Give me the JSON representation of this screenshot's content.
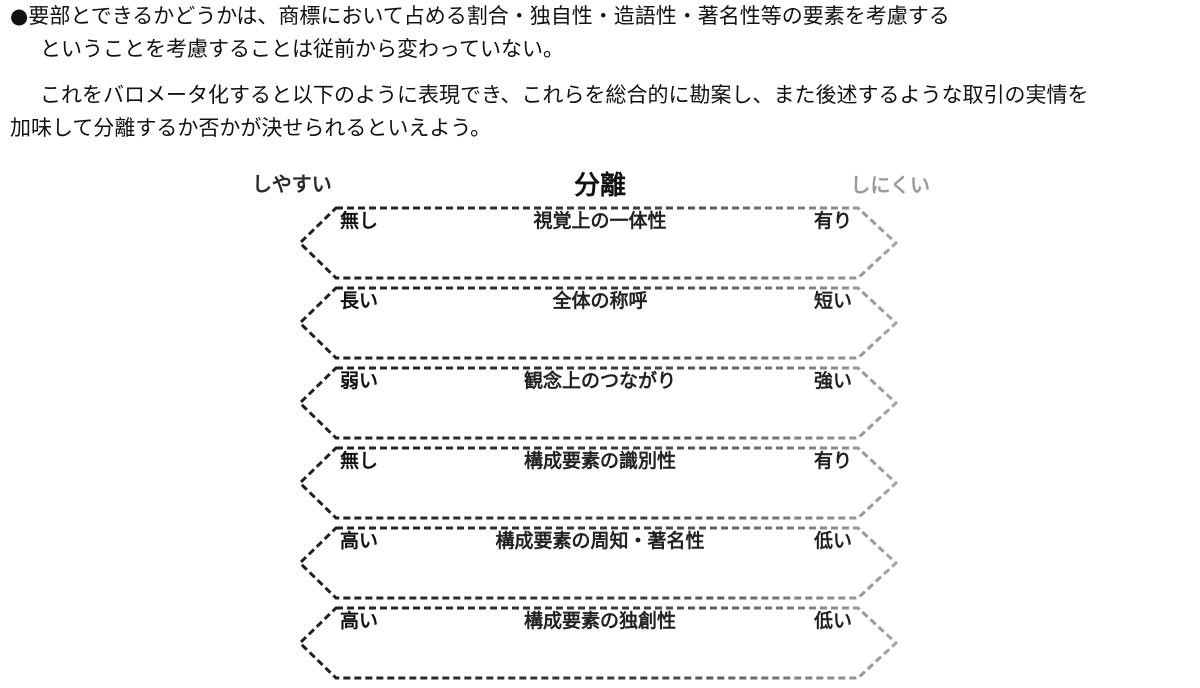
{
  "text": {
    "line1": "●要部とできるかどうかは、商標において占める割合・独自性・造語性・著名性等の要素を考慮する",
    "line2": "ということを考慮することは従前から変わっていない。",
    "line3": "これをバロメータ化すると以下のように表現でき、これらを総合的に勘案し、また後述するような取引の実情を",
    "line4": "加味して分離するか否かが決せられるといえよう。"
  },
  "figure": {
    "title": "分離",
    "left_header": "しやすい",
    "right_header": "しにくい",
    "rows": [
      {
        "left": "無し",
        "center": "視覚上の一体性",
        "right": "有り"
      },
      {
        "left": "長い",
        "center": "全体の称呼",
        "right": "短い"
      },
      {
        "left": "弱い",
        "center": "観念上のつながり",
        "right": "強い"
      },
      {
        "left": "無し",
        "center": "構成要素の識別性",
        "right": "有り"
      },
      {
        "left": "高い",
        "center": "構成要素の周知・著名性",
        "right": "低い"
      },
      {
        "left": "高い",
        "center": "構成要素の独創性",
        "right": "低い"
      }
    ]
  },
  "colors": {
    "dash_dark": "#1f1f1f",
    "dash_light": "#b0b0b0"
  }
}
